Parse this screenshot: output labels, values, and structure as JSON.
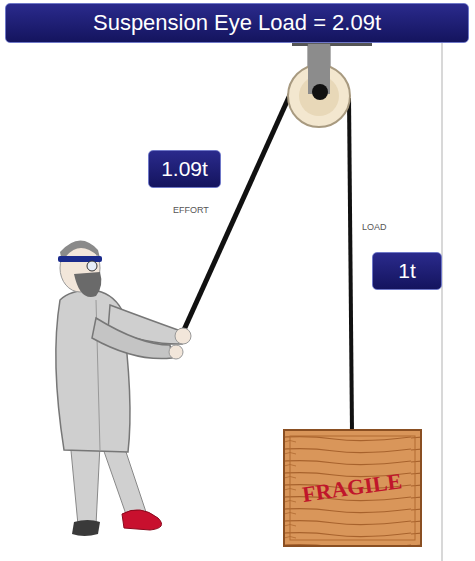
{
  "diagram": {
    "nodes": [
      {
        "text": [
          "Suspension Eye Load = 2.09t"
        ]
      },
      {
        "text": [
          "1.09t"
        ]
      },
      {
        "text": [
          "1t"
        ]
      }
    ],
    "labels": [
      "EFFORT",
      "LOAD",
      "FRAGILE"
    ]
  }
}
